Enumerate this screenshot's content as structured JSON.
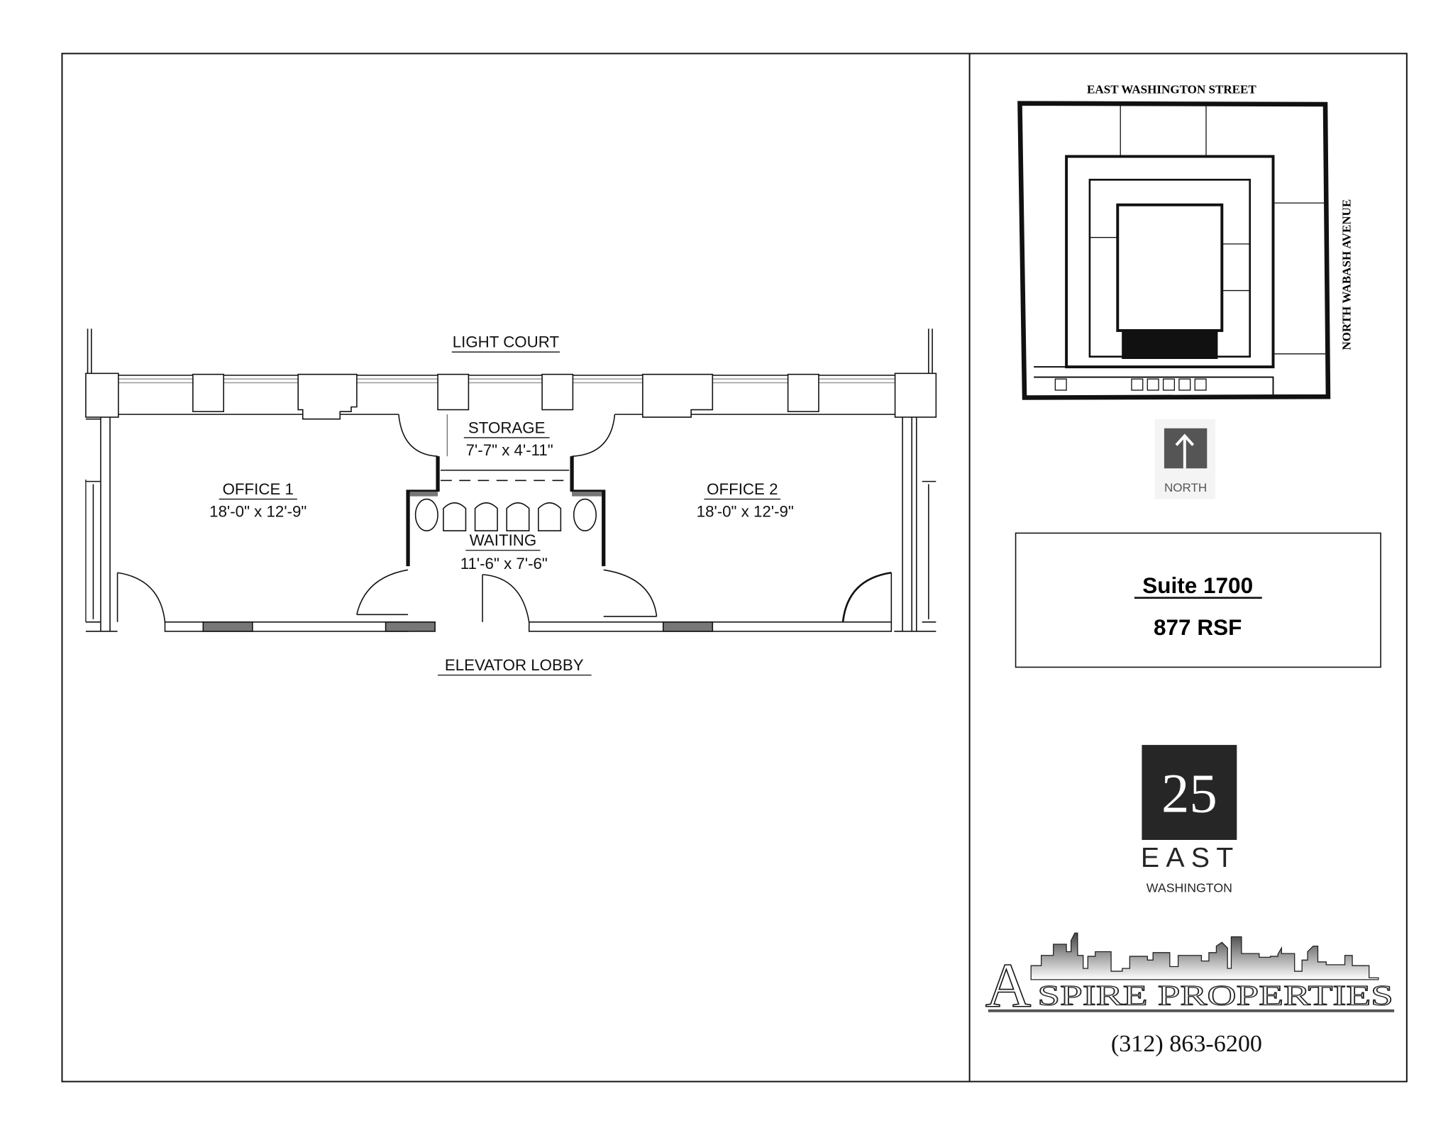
{
  "floor_plan": {
    "light_court": "LIGHT COURT",
    "elevator_lobby": "ELEVATOR LOBBY",
    "rooms": [
      {
        "name": "OFFICE 1",
        "size": "18'-0\" x 12'-9\""
      },
      {
        "name": "STORAGE",
        "size": "7'-7\" x 4'-11\""
      },
      {
        "name": "WAITING",
        "size": "11'-6\" x 7'-6\""
      },
      {
        "name": "OFFICE 2",
        "size": "18'-0\" x 12'-9\""
      }
    ]
  },
  "key_plan": {
    "street_top": "EAST WASHINGTON STREET",
    "street_right": "NORTH WABASH AVENUE",
    "north_label": "NORTH"
  },
  "suite": {
    "title": "Suite 1700",
    "area": "877 RSF"
  },
  "building_logo": {
    "number": "25",
    "line1": "EAST",
    "line2": "WASHINGTON"
  },
  "company_logo": {
    "text": "ASPIRE PROPERTIES"
  },
  "phone": "(312) 863-6200"
}
